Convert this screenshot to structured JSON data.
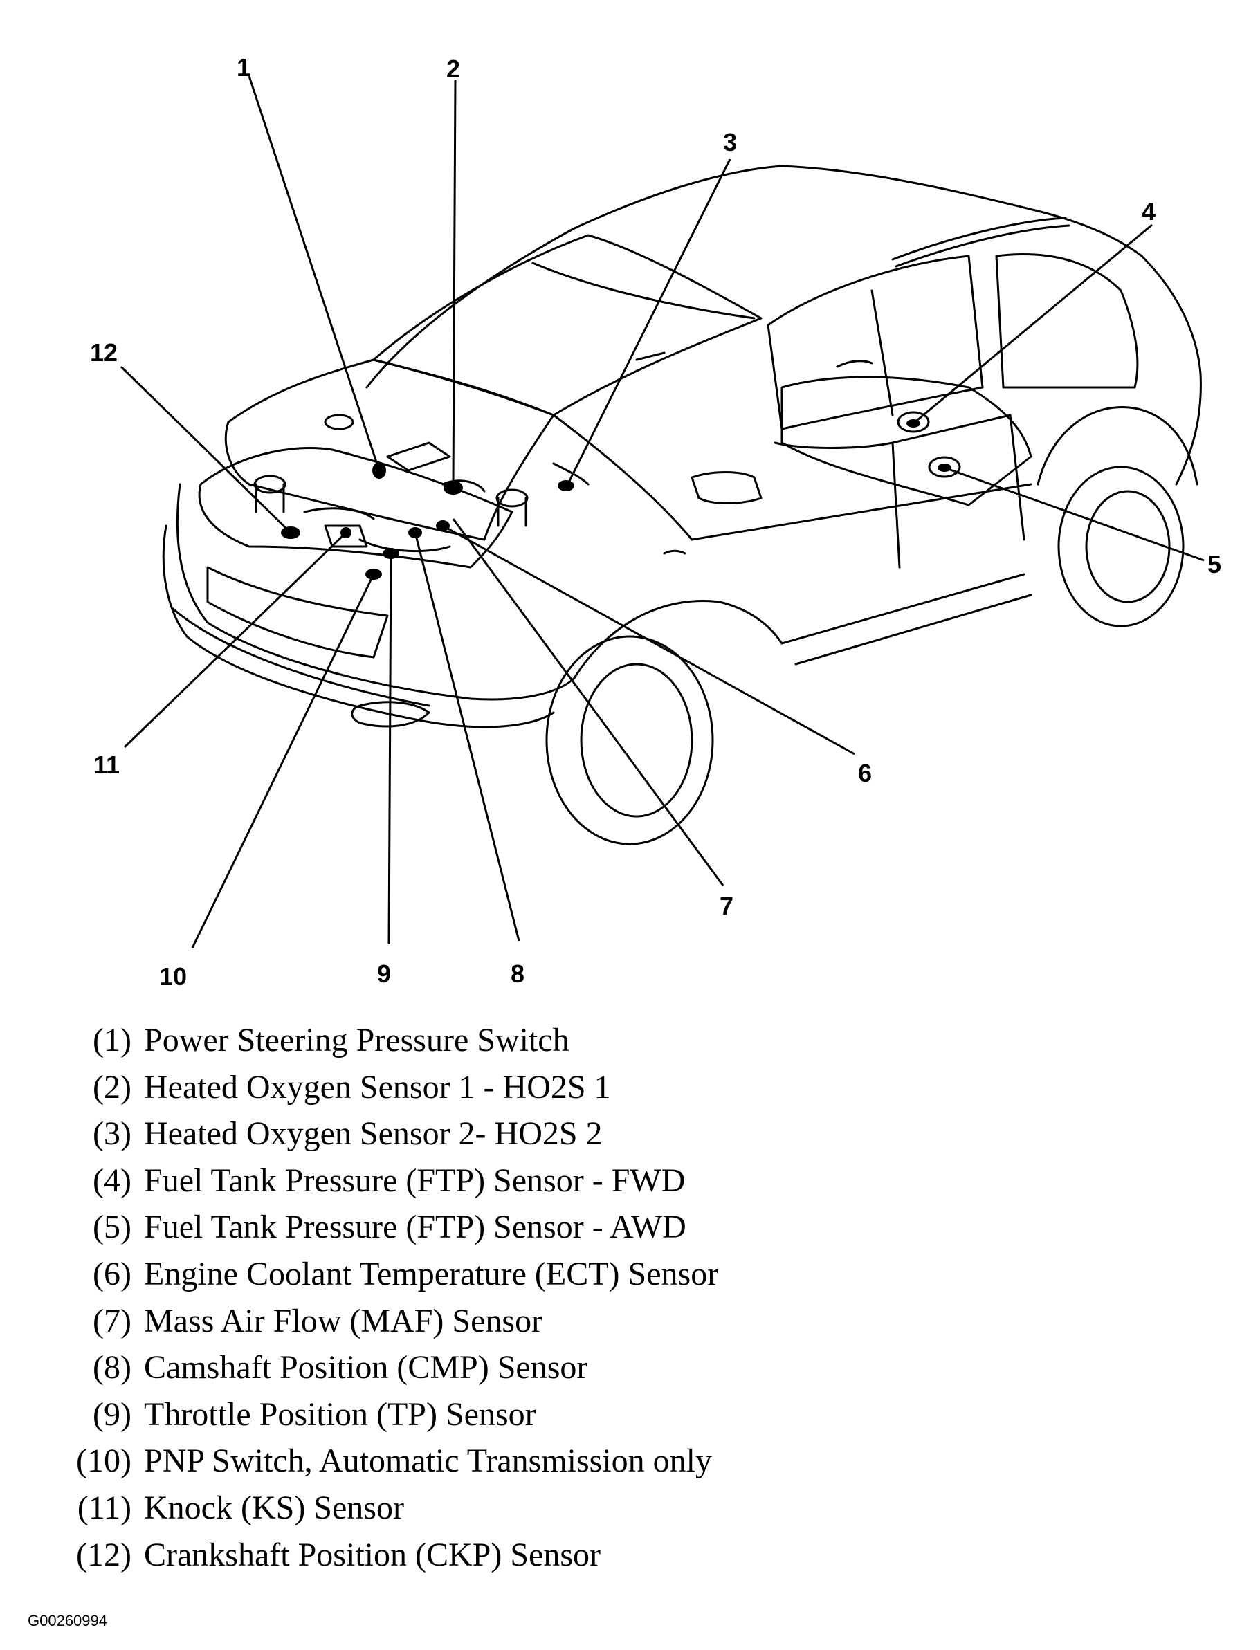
{
  "diagram": {
    "subject": "vehicle sensor locations",
    "callouts": [
      "1",
      "2",
      "3",
      "4",
      "5",
      "6",
      "7",
      "8",
      "9",
      "10",
      "11",
      "12"
    ]
  },
  "legend": [
    {
      "num": "(1)",
      "label": "Power Steering Pressure Switch"
    },
    {
      "num": "(2)",
      "label": "Heated Oxygen Sensor 1 - HO2S 1"
    },
    {
      "num": "(3)",
      "label": "Heated Oxygen Sensor 2- HO2S 2"
    },
    {
      "num": "(4)",
      "label": "Fuel Tank Pressure (FTP) Sensor - FWD"
    },
    {
      "num": "(5)",
      "label": "Fuel Tank Pressure (FTP) Sensor - AWD"
    },
    {
      "num": "(6)",
      "label": "Engine Coolant Temperature (ECT) Sensor"
    },
    {
      "num": "(7)",
      "label": "Mass Air Flow (MAF) Sensor"
    },
    {
      "num": "(8)",
      "label": "Camshaft Position (CMP) Sensor"
    },
    {
      "num": "(9)",
      "label": "Throttle Position (TP) Sensor"
    },
    {
      "num": "(10)",
      "label": "PNP Switch, Automatic Transmission only"
    },
    {
      "num": "(11)",
      "label": "Knock (KS) Sensor"
    },
    {
      "num": "(12)",
      "label": "Crankshaft Position (CKP) Sensor"
    }
  ],
  "figure_id": "G00260994"
}
